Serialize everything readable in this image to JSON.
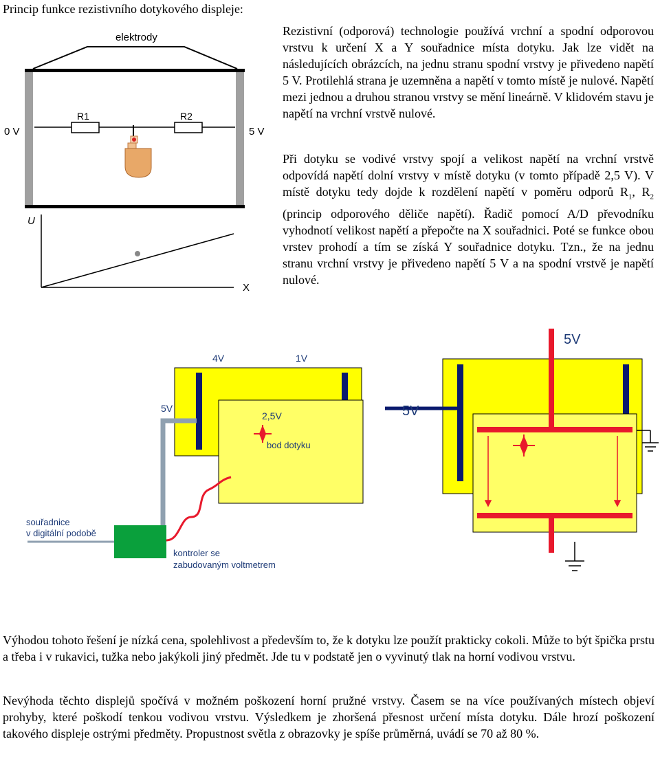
{
  "heading": "Princip funkce rezistivního dotykového displeje:",
  "diagram1": {
    "label_electrodes": "elektrody",
    "label_0v": "0 V",
    "label_5v": "5 V",
    "label_r1": "R1",
    "label_r2": "R2",
    "label_u": "U",
    "label_x": "X"
  },
  "intro_text": "Rezistivní (odporová) technologie používá vrchní a spodní odporovou vrstvu k určení X a Y souřadnice místa dotyku. Jak lze vidět na následujících obrázcích, na jednu stranu spodní vrstvy je přivedeno napětí 5 V. Protilehlá strana je uzemněna a napětí v tomto místě je nulové. Napětí mezi jednou a druhou stranou vrstvy se mění lineárně. V klidovém stavu je napětí na vrchní vrstvě nulové.",
  "touch_text": {
    "part1": "Při dotyku se vodivé vrstvy spojí a velikost napětí na vrchní vrstvě odpovídá napětí dolní vrstvy v místě dotyku (v tomto případě 2,5 V). V místě dotyku tedy dojde k rozdělení napětí v poměru odporů R",
    "sub1": "1",
    "part2": ", R",
    "sub2": "2",
    "part3": " (princip odporového děliče napětí). Řadič pomocí A/D převodníku vyhodnotí velikost napětí a přepočte na X souřadnici. Poté se funkce obou vrstev prohodí a tím se získá Y souřadnice dotyku. Tzn., že na jednu stranu vrchní vrstvy je přivedeno napětí 5 V a na spodní vrstvě je napětí nulové."
  },
  "diagram2": {
    "label_4v": "4V",
    "label_1v": "1V",
    "label_5v": "5V",
    "label_2_5v": "2,5V",
    "label_touch_point": "bod dotyku",
    "label_coords_line1": "souřadnice",
    "label_coords_line2": "v digitální podobě",
    "label_controller_line1": "kontroler se",
    "label_controller_line2": "zabudovaným voltmetrem"
  },
  "diagram3": {
    "label_5v_top": "5V",
    "label_5v_left": "5V"
  },
  "advantage_text": "Výhodou tohoto řešení je nízká cena, spolehlivost a především to, že k dotyku lze použít prakticky cokoli. Může to být špička prstu a třeba i v rukavici, tužka nebo jakýkoli jiný předmět. Jde tu v podstatě jen o vyvinutý tlak na horní vodivou vrstvu.",
  "disadvantage_text": "Nevýhoda těchto displejů spočívá v možném poškození horní pružné vrstvy. Časem se na více používaných místech objeví prohyby, které poškodí tenkou vodivou vrstvu. Výsledkem je zhoršená přesnost určení místa dotyku. Dále hrozí poškození takového displeje ostrými předměty. Propustnost světla z obrazovky je spíše průměrná, uvádí se 70 až 80 %.",
  "colors": {
    "yellow_panel": "#ffff00",
    "dark_blue_electrode": "#0a1a6e",
    "red_electrode": "#e8192c",
    "green_controller": "#0aa03c",
    "grey_cable": "#8fa0b0",
    "label_blue": "#1f3c78",
    "grey_electrode": "#a0a0a0"
  }
}
